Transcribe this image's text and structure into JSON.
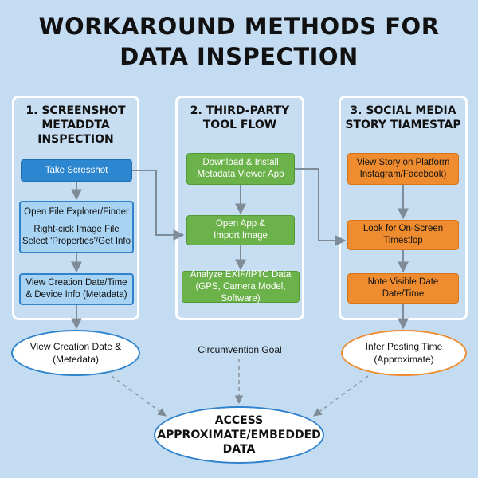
{
  "title": {
    "line1": "WORKAROUND METHODS FOR",
    "line2": "DATA INSPECTION"
  },
  "columns": [
    {
      "title_line1": "1. SCREENSHOT",
      "title_line2": "METADDTA INSPECTION",
      "step1": "Take Scresshot",
      "step2_line1": "Open File Explorer/Finder",
      "step2_line2": "Right-cick Image File",
      "step2_line3": "Select 'Properties'/Get Info",
      "step3_line1": "View Creation Date/Time",
      "step3_line2": "& Device Info (Metadata)",
      "result_line1": "View Creation Date &",
      "result_line2": "(Metedata)"
    },
    {
      "title_line1": "2. THIRD-PARTY",
      "title_line2": "TOOL FLOW",
      "step1_line1": "Download & Install",
      "step1_line2": "Metadata Viewer App",
      "step2_line1": "Open App &",
      "step2_line2": "Import Image",
      "step3_line1": "Analyze EXIF/IPTC Data",
      "step3_line2": "(GPS, Camera Model, Software)",
      "result": "Circumvention Goal"
    },
    {
      "title_line1": "3. SOCIAL MEDIA",
      "title_line2": "STORY TIAMESTAP",
      "step1_line1": "View Story on Platform",
      "step1_line2": "Instagram/Facebook)",
      "step2_line1": "Look for On-Screen",
      "step2_line2": "Timestlop",
      "step3_line1": "Note Visible Date",
      "step3_line2": "Date/Time",
      "result_line1": "Infer Posting Time",
      "result_line2": "(Approximate)"
    }
  ],
  "final": {
    "line1": "ACCESS",
    "line2": "APPROXIMATE/EMBEDDED DATA"
  },
  "colors": {
    "background": "#c4dcf2",
    "blue": "#2d86d0",
    "green": "#6cb24a",
    "orange": "#ef8c2f",
    "arrow": "#7f8c98"
  }
}
